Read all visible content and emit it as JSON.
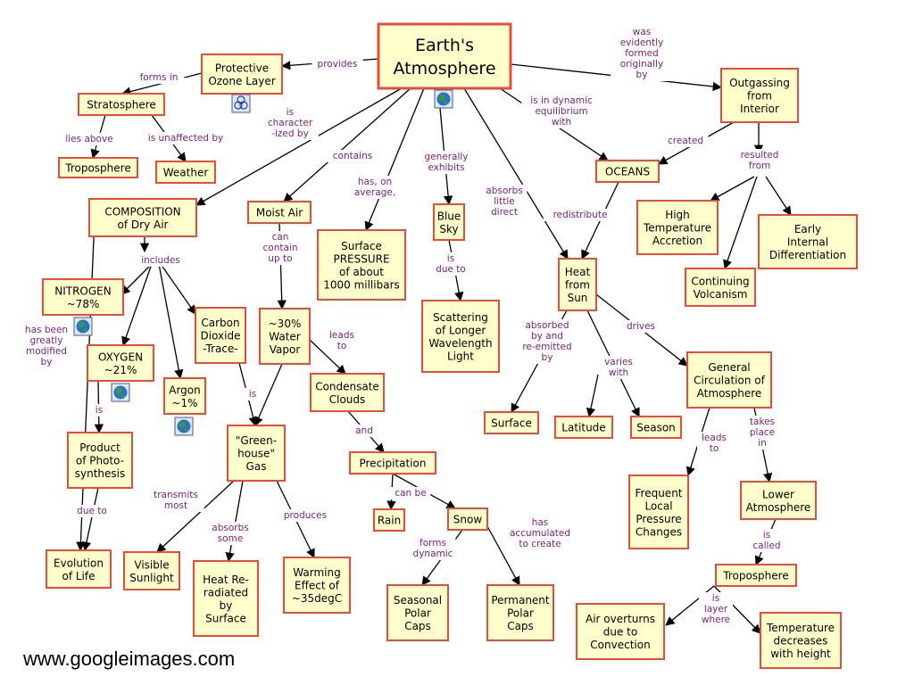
{
  "footer_text": "www.googleimages.com",
  "nodes": [
    {
      "id": "earth",
      "lines": [
        "Earth's",
        "Atmosphere"
      ],
      "main": true
    },
    {
      "id": "ozone",
      "lines": [
        "Protective",
        "Ozone Layer"
      ]
    },
    {
      "id": "strato",
      "lines": [
        "Stratosphere"
      ]
    },
    {
      "id": "tropo1",
      "lines": [
        "Troposphere"
      ]
    },
    {
      "id": "weather",
      "lines": [
        "Weather"
      ]
    },
    {
      "id": "outgas",
      "lines": [
        "Outgassing",
        "from",
        "Interior"
      ]
    },
    {
      "id": "oceans",
      "lines": [
        "OCEANS"
      ]
    },
    {
      "id": "hightemp",
      "lines": [
        "High",
        "Temperature",
        "Accretion"
      ]
    },
    {
      "id": "earlydiff",
      "lines": [
        "Early",
        "Internal",
        "Differentiation"
      ]
    },
    {
      "id": "volcan",
      "lines": [
        "Continuing",
        "Volcanism"
      ]
    },
    {
      "id": "comp",
      "lines": [
        "COMPOSITION",
        "of Dry Air"
      ]
    },
    {
      "id": "moist",
      "lines": [
        "Moist Air"
      ]
    },
    {
      "id": "pressure",
      "lines": [
        "Surface",
        "PRESSURE",
        "of about",
        "1000 millibars"
      ]
    },
    {
      "id": "bluesky",
      "lines": [
        "Blue",
        "Sky"
      ]
    },
    {
      "id": "scatter",
      "lines": [
        "Scattering",
        "of Longer",
        "Wavelength",
        "Light"
      ]
    },
    {
      "id": "heatsun",
      "lines": [
        "Heat",
        "from",
        "Sun"
      ]
    },
    {
      "id": "nitrogen",
      "lines": [
        "NITROGEN",
        "~78%"
      ]
    },
    {
      "id": "oxygen",
      "lines": [
        "OXYGEN",
        "~21%"
      ]
    },
    {
      "id": "argon",
      "lines": [
        "Argon",
        "~1%"
      ]
    },
    {
      "id": "co2",
      "lines": [
        "Carbon",
        "Dioxide",
        "-Trace-"
      ]
    },
    {
      "id": "water",
      "lines": [
        "~30%",
        "Water",
        "Vapor"
      ]
    },
    {
      "id": "condclouds",
      "lines": [
        "Condensate",
        "Clouds"
      ]
    },
    {
      "id": "photo",
      "lines": [
        "Product",
        "of Photo-",
        "synthesis"
      ]
    },
    {
      "id": "greenhouse",
      "lines": [
        "\"Green-",
        "house\"",
        "Gas"
      ]
    },
    {
      "id": "precip",
      "lines": [
        "Precipitation"
      ]
    },
    {
      "id": "rain",
      "lines": [
        "Rain"
      ]
    },
    {
      "id": "snow",
      "lines": [
        "Snow"
      ]
    },
    {
      "id": "surface",
      "lines": [
        "Surface"
      ]
    },
    {
      "id": "latitude",
      "lines": [
        "Latitude"
      ]
    },
    {
      "id": "season",
      "lines": [
        "Season"
      ]
    },
    {
      "id": "gencirc",
      "lines": [
        "General",
        "Circulation of",
        "Atmosphere"
      ]
    },
    {
      "id": "evolution",
      "lines": [
        "Evolution",
        "of Life"
      ]
    },
    {
      "id": "visible",
      "lines": [
        "Visible",
        "Sunlight"
      ]
    },
    {
      "id": "heatre",
      "lines": [
        "Heat Re-",
        "radiated",
        "by",
        "Surface"
      ]
    },
    {
      "id": "warming",
      "lines": [
        "Warming",
        "Effect of",
        "~35degC"
      ]
    },
    {
      "id": "seasonal",
      "lines": [
        "Seasonal",
        "Polar",
        "Caps"
      ]
    },
    {
      "id": "permanent",
      "lines": [
        "Permanent",
        "Polar",
        "Caps"
      ]
    },
    {
      "id": "frequent",
      "lines": [
        "Frequent",
        "Local",
        "Pressure",
        "Changes"
      ]
    },
    {
      "id": "lower",
      "lines": [
        "Lower",
        "Atmosphere"
      ]
    },
    {
      "id": "tropo2",
      "lines": [
        "Troposphere"
      ]
    },
    {
      "id": "airover",
      "lines": [
        "Air overturns",
        "due to",
        "Convection"
      ]
    },
    {
      "id": "tempdec",
      "lines": [
        "Temperature",
        "decreases",
        "with height"
      ]
    }
  ],
  "edges": [
    {
      "id": "e-provides",
      "label": [
        "provides"
      ]
    },
    {
      "id": "e-formsin",
      "label": [
        "forms in"
      ]
    },
    {
      "id": "e-liesabove",
      "label": [
        "lies above"
      ]
    },
    {
      "id": "e-unaffected",
      "label": [
        "is unaffected by"
      ]
    },
    {
      "id": "e-evident",
      "label": [
        "was",
        "evidently",
        "formed",
        "originally",
        "by"
      ]
    },
    {
      "id": "e-dynamic",
      "label": [
        "is in dynamic",
        "equilibrium",
        "with"
      ]
    },
    {
      "id": "e-created",
      "label": [
        "created"
      ]
    },
    {
      "id": "e-resulted",
      "label": [
        "resulted",
        "from"
      ]
    },
    {
      "id": "e-character",
      "label": [
        "is",
        "character",
        "-ized by"
      ]
    },
    {
      "id": "e-contains",
      "label": [
        "contains"
      ]
    },
    {
      "id": "e-hasavg",
      "label": [
        "has, on",
        "average,"
      ]
    },
    {
      "id": "e-exhibits",
      "label": [
        "generally",
        "exhibits"
      ]
    },
    {
      "id": "e-absorbs",
      "label": [
        "absorbs",
        "little",
        "direct"
      ]
    },
    {
      "id": "e-redistribute",
      "label": [
        "redistribute"
      ]
    },
    {
      "id": "e-includes",
      "label": [
        "includes"
      ]
    },
    {
      "id": "e-greatly",
      "label": [
        "has been",
        "greatly",
        "modified",
        "by"
      ]
    },
    {
      "id": "e-cancontain",
      "label": [
        "can",
        "contain",
        "up to"
      ]
    },
    {
      "id": "e-isdueto",
      "label": [
        "is",
        "due to"
      ]
    },
    {
      "id": "e-leadsto1",
      "label": [
        "leads",
        "to"
      ]
    },
    {
      "id": "e-is-co2",
      "label": [
        "is"
      ]
    },
    {
      "id": "e-is-o2",
      "label": [
        "is"
      ]
    },
    {
      "id": "e-and",
      "label": [
        "and"
      ]
    },
    {
      "id": "e-dueto",
      "label": [
        "due to"
      ]
    },
    {
      "id": "e-canbe",
      "label": [
        "can be"
      ]
    },
    {
      "id": "e-absorbedby",
      "label": [
        "absorbed",
        "by and",
        "re-emitted",
        "by"
      ]
    },
    {
      "id": "e-varies",
      "label": [
        "varies",
        "with"
      ]
    },
    {
      "id": "e-drives",
      "label": [
        "drives"
      ]
    },
    {
      "id": "e-transmits",
      "label": [
        "transmits",
        "most"
      ]
    },
    {
      "id": "e-absorbsome",
      "label": [
        "absorbs",
        "some"
      ]
    },
    {
      "id": "e-produces",
      "label": [
        "produces"
      ]
    },
    {
      "id": "e-forms",
      "label": [
        "forms",
        "dynamic"
      ]
    },
    {
      "id": "e-accum",
      "label": [
        "has",
        "accumulated",
        "to create"
      ]
    },
    {
      "id": "e-leadsto2",
      "label": [
        "leads",
        "to"
      ]
    },
    {
      "id": "e-takes",
      "label": [
        "takes",
        "place",
        "in"
      ]
    },
    {
      "id": "e-iscalled",
      "label": [
        "is",
        "called"
      ]
    },
    {
      "id": "e-layer",
      "label": [
        "is",
        "layer",
        "where"
      ]
    }
  ],
  "icons": [
    {
      "id": "globe-earth",
      "kind": "globe-icon"
    },
    {
      "id": "mol-ozone",
      "kind": "molecule-icon"
    },
    {
      "id": "globe-nitrogen",
      "kind": "globe-icon"
    },
    {
      "id": "globe-oxygen",
      "kind": "globe-icon"
    },
    {
      "id": "globe-argon",
      "kind": "globe-icon"
    }
  ],
  "colors": {
    "box_fill": "#ffffcc",
    "box_border": "#e84c3d",
    "link_label": "#7a1f7a",
    "arrow": "#000000"
  }
}
